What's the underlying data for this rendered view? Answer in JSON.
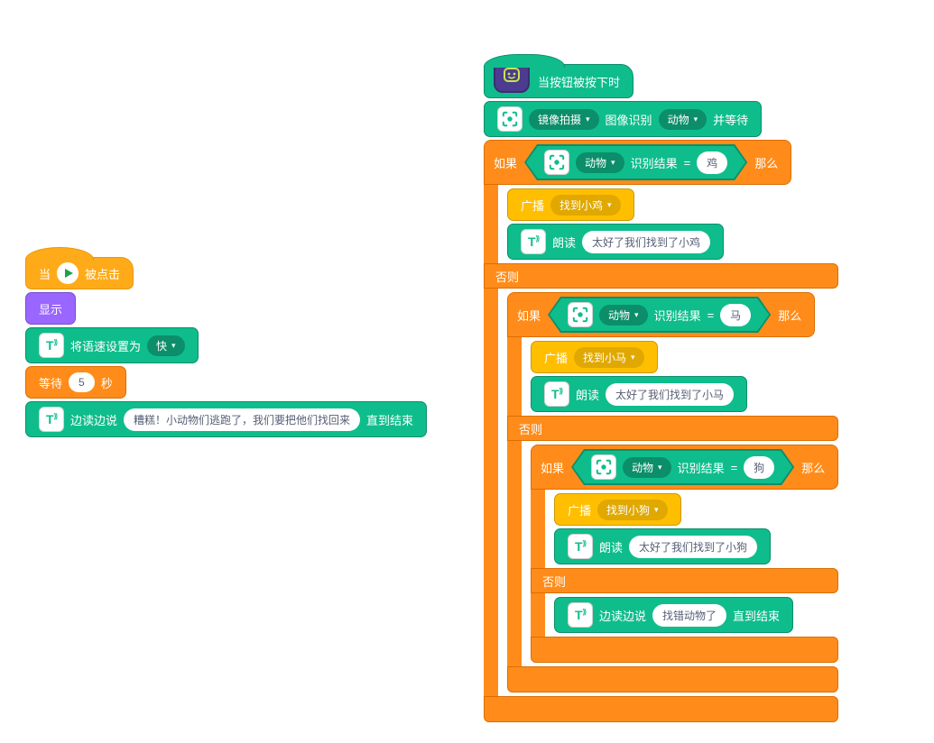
{
  "labels": {
    "when": "当",
    "when_clicked_suffix": "被点击",
    "show": "显示",
    "set_speech_rate": "将语速设置为",
    "speech_rate_value": "快",
    "wait": "等待",
    "wait_value": "5",
    "seconds": "秒",
    "speak_while_reading": "边读边说",
    "until_done": "直到结束",
    "when_button_pressed": "当按钮被按下时",
    "capture_mode": "镜像拍摄",
    "image_recognition": "图像识别",
    "category": "动物",
    "and_wait": "并等待",
    "if": "如果",
    "then": "那么",
    "else": "否则",
    "broadcast": "广播",
    "read_aloud": "朗读",
    "recognition_result": "识别结果",
    "equals": "="
  },
  "left_script": {
    "speak_text": "糟糕！小动物们逃跑了，我们要把他们找回来"
  },
  "branches": {
    "chicken": {
      "value": "鸡",
      "broadcast_message": "找到小鸡",
      "speak_text": "太好了我们找到了小鸡"
    },
    "horse": {
      "value": "马",
      "broadcast_message": "找到小马",
      "speak_text": "太好了我们找到了小马"
    },
    "dog": {
      "value": "狗",
      "broadcast_message": "找到小狗",
      "speak_text": "太好了我们找到了小狗"
    },
    "fallback_speak_text": "找错动物了"
  },
  "colors": {
    "control_orange": "#FF8C1A",
    "event_yellow": "#FFBF00",
    "event_hat_orange": "#FFAB19",
    "looks_purple": "#9966FF",
    "extension_teal": "#0FBD8C",
    "pill_dark_teal": "#0B8E69",
    "icon_purple": "#4C3B8F"
  }
}
